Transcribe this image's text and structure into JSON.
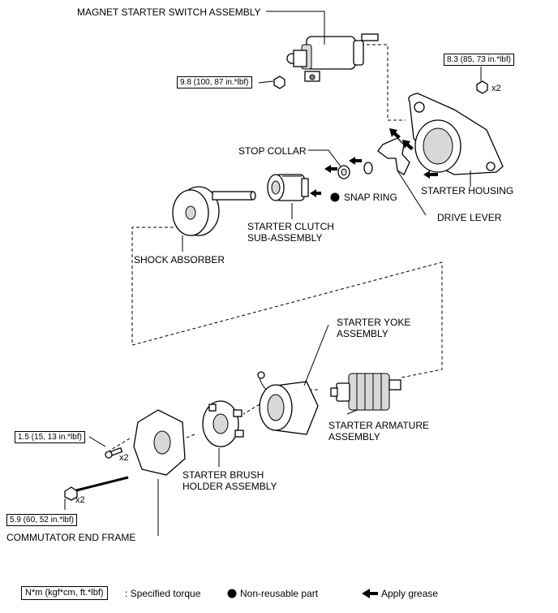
{
  "labels": {
    "magnet_switch": "MAGNET STARTER SWITCH ASSEMBLY",
    "stop_collar": "STOP COLLAR",
    "snap_ring": "SNAP RING",
    "starter_housing": "STARTER HOUSING",
    "drive_lever": "DRIVE LEVER",
    "clutch_line1": "STARTER CLUTCH",
    "clutch_line2": "SUB-ASSEMBLY",
    "shock_absorber": "SHOCK ABSORBER",
    "yoke_line1": "STARTER YOKE",
    "yoke_line2": "ASSEMBLY",
    "armature_line1": "STARTER ARMATURE",
    "armature_line2": "ASSEMBLY",
    "brush_line1": "STARTER BRUSH",
    "brush_line2": "HOLDER ASSEMBLY",
    "commutator": "COMMUTATOR END FRAME"
  },
  "torques": {
    "switch_nut": "9.8 (100, 87 in.*lbf)",
    "housing_nut": "8.3 (85, 73 in.*lbf)",
    "frame_screw": "1.5 (15, 13 in.*lbf)",
    "through_bolt": "5.9 (60, 52 in.*lbf)"
  },
  "quantities": {
    "housing_nut": "x2",
    "frame_screw": "x2",
    "through_bolt": "x2"
  },
  "legend": {
    "torque_box": "N*m (kgf*cm, ft.*lbf)",
    "torque_text": ": Specified torque",
    "non_reusable": "Non-reusable part",
    "grease": "Apply grease"
  }
}
